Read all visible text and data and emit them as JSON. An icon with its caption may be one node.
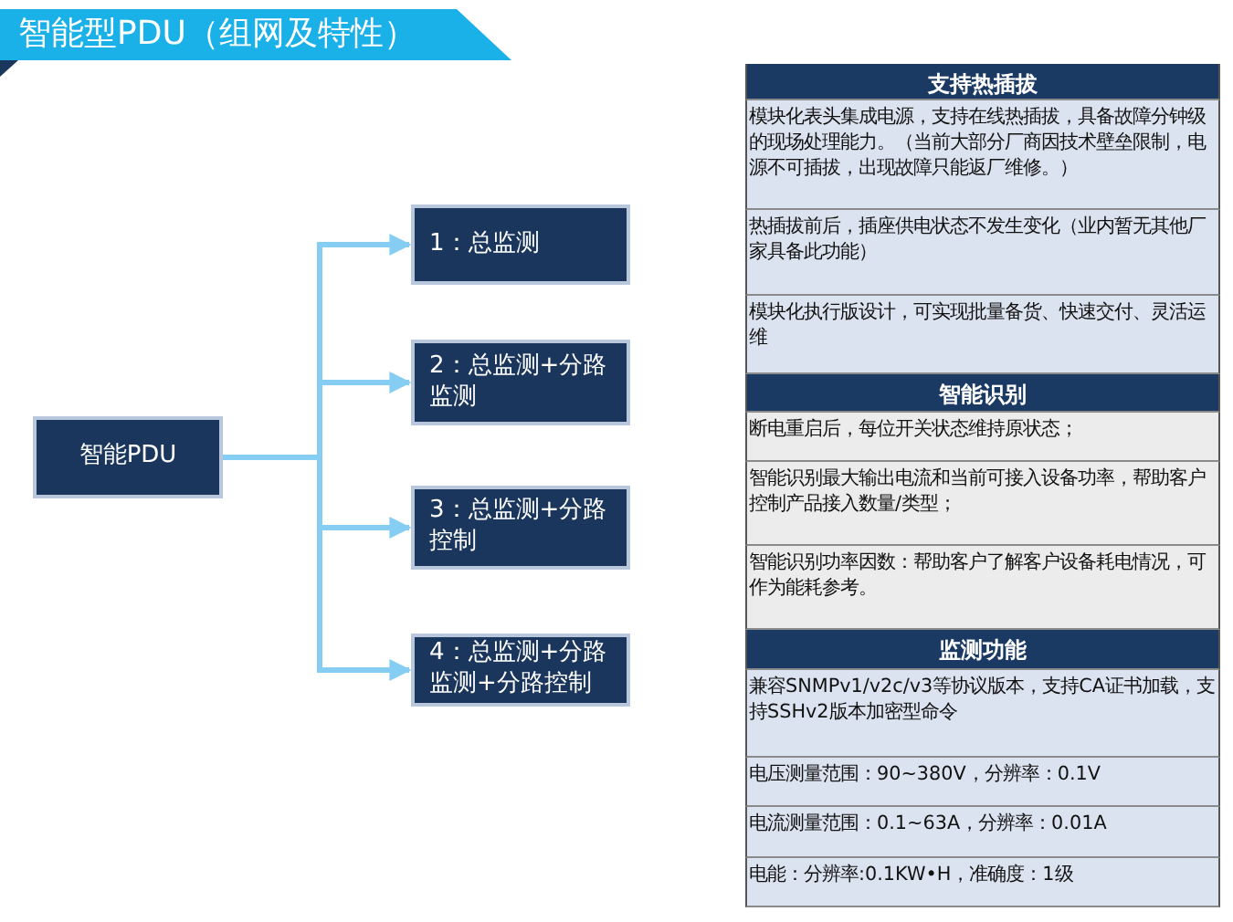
{
  "diagram": {
    "title": "智能型PDU（组网及特性）",
    "nodes": [
      {
        "text": [
          "智能PDU"
        ]
      },
      {
        "text": [
          "1：总监测"
        ]
      },
      {
        "text": [
          "2：总监测+分路监测"
        ]
      },
      {
        "text": [
          "3：总监测+分路控制"
        ]
      },
      {
        "text": [
          "4：总监测+分路监测+分路控制"
        ]
      }
    ],
    "edges": [
      {
        "from": 0,
        "to": 1,
        "arrow": "to"
      },
      {
        "from": 0,
        "to": 2,
        "arrow": "to"
      },
      {
        "from": 0,
        "to": 3,
        "arrow": "to"
      },
      {
        "from": 0,
        "to": 4,
        "arrow": "to"
      }
    ],
    "labels": [
      "支持热插拔",
      "模块化表头集成电源，支持在线热插拔，具备故障分钟级的现场处理能力。（当前大部分厂商因技术壁垒限制，电源不可插拔，出现故障只能返厂维修。）",
      "热插拔前后，插座供电状态不发生变化（业内暂无其他厂家具备此功能）",
      "模块化执行版设计，可实现批量备货、快速交付、灵活运维",
      "智能识别",
      "断电重启后，每位开关状态维持原状态；",
      "智能识别最大输出电流和当前可接入设备功率，帮助客户控制产品接入数量/类型；",
      "智能识别功率因数：帮助客户了解客户设备耗电情况，可作为能耗参考。",
      "监测功能",
      "兼容SNMPv1/v2c/v3等协议版本，支持CA证书加载，支持SSHv2版本加密型命令",
      "电压测量范围：90~380V，分辨率：0.1V",
      "电流测量范围：0.1~63A，分辨率：0.01A",
      "电能：分辨率:0.1KW•H，准确度：1级"
    ]
  }
}
